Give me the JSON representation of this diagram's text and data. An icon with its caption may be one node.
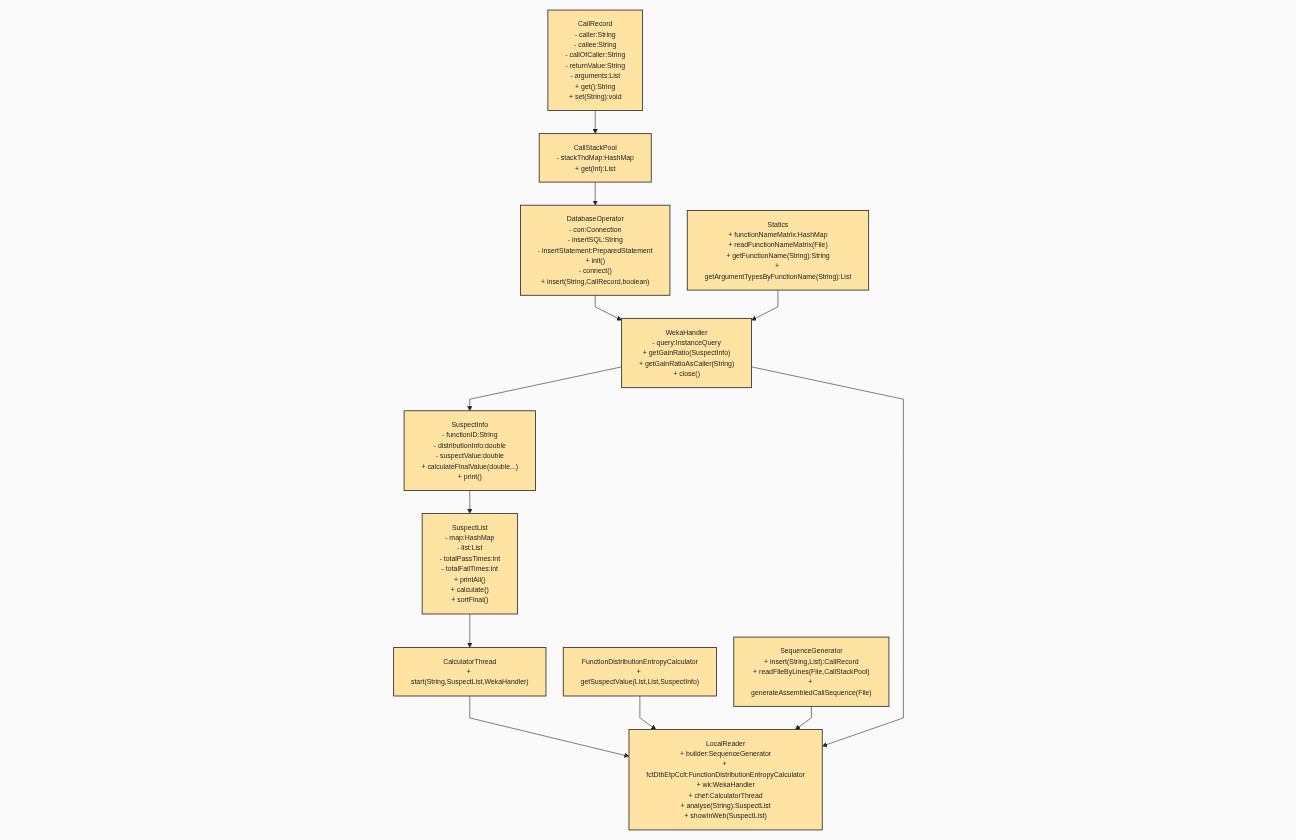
{
  "diagram": {
    "nodes": [
      {
        "text": [
          "SuspectList",
          "- map:HashMap",
          "- list:List",
          "- totalPassTimes:int",
          "- totalFailTimes:int",
          "+ printAll()",
          "+ calculate()",
          "+ sortFinal()"
        ]
      },
      {
        "text": [
          "CalculatorThread",
          "+ start(String,SuspectList,WekaHandler)"
        ]
      },
      {
        "text": [
          "SuspectInfo",
          "- functionID:String",
          "- distributionInfo:double",
          "- suspectValue:double",
          "+ calculateFinalValue(double...)",
          "+ print()"
        ]
      },
      {
        "text": [
          "FunctionDistributionEntropyCalculator",
          "+ getSuspectValue(List,List,SuspectInfo)"
        ]
      },
      {
        "text": [
          "SequenceGenerator",
          "+ insert(String,List):CallRecord",
          "+ readFileByLines(File,CallStackPool)",
          "+ generateAssembledCallSequence(File)"
        ]
      },
      {
        "text": [
          "LocalReader",
          "+ builder:SequenceGenerator",
          "+ fctDtbEtpCclt:FunctionDistributionEntropyCalculator",
          "+ wk:WekaHandler",
          "+ chef:CalculatorThread",
          "+ analyse(String):SuspectList",
          "+ showInWeb(SuspectList)"
        ]
      },
      {
        "text": [
          "WekaHandler",
          "- query:InstanceQuery",
          "+ getGainRatio(SuspectInfo)",
          "+ getGainRatioAsCaller(String)",
          "+ close()"
        ]
      },
      {
        "text": [
          "CallRecord",
          "- caller:String",
          "- callee:String",
          "- callOfCaller:String",
          "- returnValue:String",
          "- arguments:List",
          "+ get():String",
          "+ set(String):void"
        ]
      },
      {
        "text": [
          "Statics",
          "+ functionNameMatrix:HashMap",
          "+ readFunctionNameMatrix(File)",
          "+ getFunctionName(String):String",
          "+ getArgumentTypesByFunctionName(String):List"
        ]
      },
      {
        "text": [
          "CallStackPool",
          "- stackThdMap:HashMap",
          "+ get(int):List"
        ]
      },
      {
        "text": [
          "DatabaseOperator",
          "- con:Connection",
          "- insertSQL:String",
          "- insertStatement:PreparedStatement",
          "+ init()",
          "- connect()",
          "+ insert(String,CallRecord,boolean)"
        ]
      }
    ],
    "edges": [
      {
        "from": 2,
        "to": 0,
        "arrow": "to"
      },
      {
        "from": 0,
        "to": 1,
        "arrow": "to"
      },
      {
        "from": 1,
        "to": 5,
        "arrow": "to"
      },
      {
        "from": 3,
        "to": 5,
        "arrow": "to"
      },
      {
        "from": 4,
        "to": 5,
        "arrow": "to"
      },
      {
        "from": 6,
        "to": 5,
        "arrow": "to"
      },
      {
        "from": 6,
        "to": 2,
        "arrow": "to"
      },
      {
        "from": 10,
        "to": 6,
        "arrow": "to"
      },
      {
        "from": 8,
        "to": 6,
        "arrow": "to"
      },
      {
        "from": 7,
        "to": 9,
        "arrow": "to"
      },
      {
        "from": 9,
        "to": 10,
        "arrow": "to"
      }
    ]
  }
}
